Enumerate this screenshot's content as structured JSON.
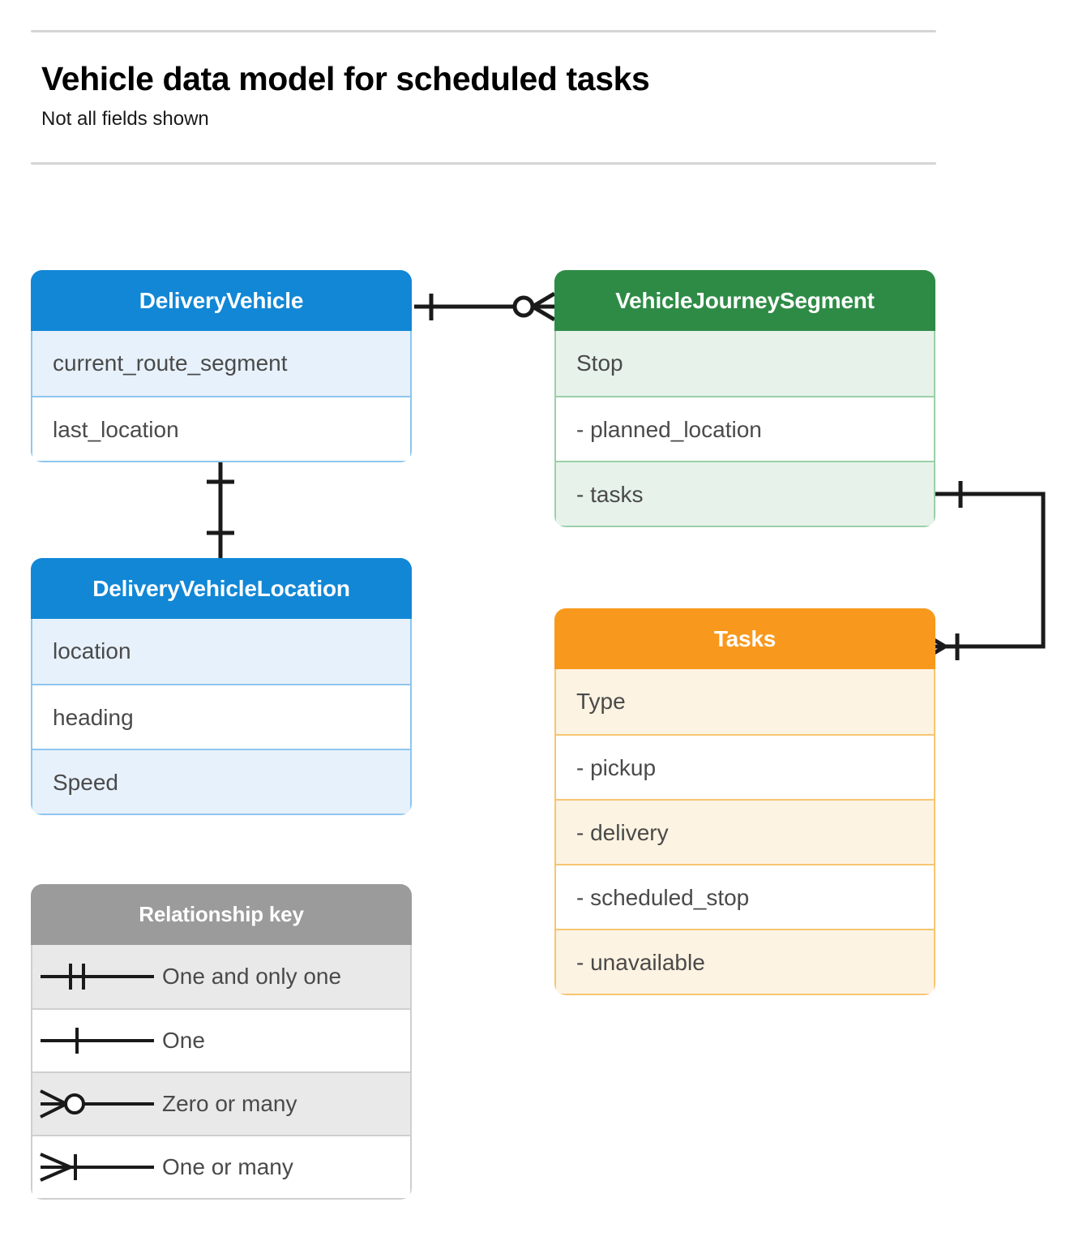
{
  "header": {
    "title": "Vehicle data model for scheduled tasks",
    "subtitle": "Not all fields shown"
  },
  "colors": {
    "blue_header": "#1187D6",
    "blue_tint": "#E7F1FB",
    "blue_border": "#8FC6EE",
    "green_header": "#2E8B46",
    "green_tint": "#E7F3EA",
    "green_border": "#9CCFA9",
    "orange_header": "#F8991D",
    "orange_tint": "#FDF3E2",
    "orange_border": "#F7C571",
    "grey_header": "#9B9B9B",
    "grey_tint": "#E9E9E9",
    "grey_border": "#CFCFCF",
    "connector": "#1A1A1A",
    "rule": "#D5D5D7"
  },
  "entities": [
    {
      "id": "delivery-vehicle",
      "title": "DeliveryVehicle",
      "rows": [
        "current_route_segment",
        "last_location"
      ]
    },
    {
      "id": "delivery-vehicle-location",
      "title": "DeliveryVehicleLocation",
      "rows": [
        "location",
        "heading",
        "Speed"
      ]
    },
    {
      "id": "vehicle-journey-segment",
      "title": "VehicleJourneySegment",
      "rows": [
        "Stop",
        "-  planned_location",
        "- tasks"
      ]
    },
    {
      "id": "tasks",
      "title": "Tasks",
      "rows": [
        "Type",
        "-  pickup",
        "-  delivery",
        "-  scheduled_stop",
        "-  unavailable"
      ]
    }
  ],
  "legend": {
    "title": "Relationship key",
    "items": [
      {
        "glyph": "one-and-only-one-icon",
        "label": "One and only one"
      },
      {
        "glyph": "one-icon",
        "label": "One"
      },
      {
        "glyph": "zero-or-many-icon",
        "label": "Zero or many"
      },
      {
        "glyph": "one-or-many-icon",
        "label": "One or many"
      }
    ]
  },
  "relationships": [
    {
      "id": "delivery-vehicle-to-journey-segment",
      "from": "DeliveryVehicle",
      "from_cardinality": "One",
      "to": "VehicleJourneySegment",
      "to_cardinality": "Zero or many"
    },
    {
      "id": "delivery-vehicle-to-location",
      "from": "DeliveryVehicle",
      "from_cardinality": "One",
      "to": "DeliveryVehicleLocation",
      "to_cardinality": "One"
    },
    {
      "id": "journey-segment-tasks-to-tasks",
      "from": "VehicleJourneySegment.tasks",
      "from_cardinality": "One",
      "to": "Tasks",
      "to_cardinality": "One or many"
    }
  ]
}
